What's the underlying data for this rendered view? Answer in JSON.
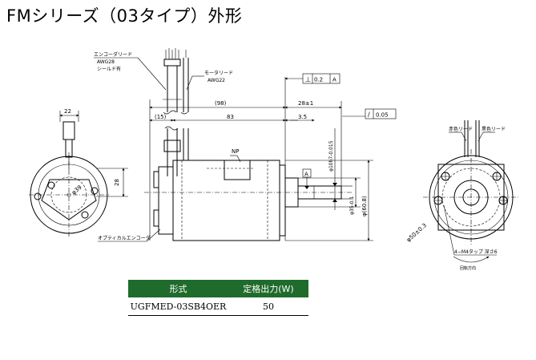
{
  "title": "FMシリーズ（03タイプ）外形",
  "labels": {
    "encoder_lead": "エンコーダリード",
    "encoder_awg": "AWG28",
    "encoder_shield": "シールド有",
    "motor_lead": "モータリード",
    "motor_awg": "AWG22",
    "overall_length": "(98)",
    "body_length": "83",
    "lead_offset": "(15)",
    "shaft_length": "28±1",
    "flange_step": "3.5",
    "width_22": "22",
    "height_28": "28",
    "enc_dia": "φ39",
    "np": "NP",
    "optical_encoder": "オプティカルエンコーダ",
    "shaft_dia": "φ10h7-0.015",
    "boss_dia": "φ35-0.1",
    "body_dia": "φ(60.8)",
    "datum_a": "A",
    "tol_perp_sym": "⊥",
    "tol_perp_val": "0.2",
    "tol_perp_ref": "A",
    "tol_runout_sym": "/",
    "tol_runout_val": "0.05",
    "red_lead": "赤色リード",
    "black_lead": "黒色リード",
    "pcd": "φ50±0.3",
    "tap": "4−M4タップ  深さ6",
    "rotation": "回転方向"
  },
  "table": {
    "headers": [
      "形式",
      "定格出力(W)"
    ],
    "rows": [
      [
        "UGFMED-03SB4OER",
        "50"
      ]
    ]
  }
}
